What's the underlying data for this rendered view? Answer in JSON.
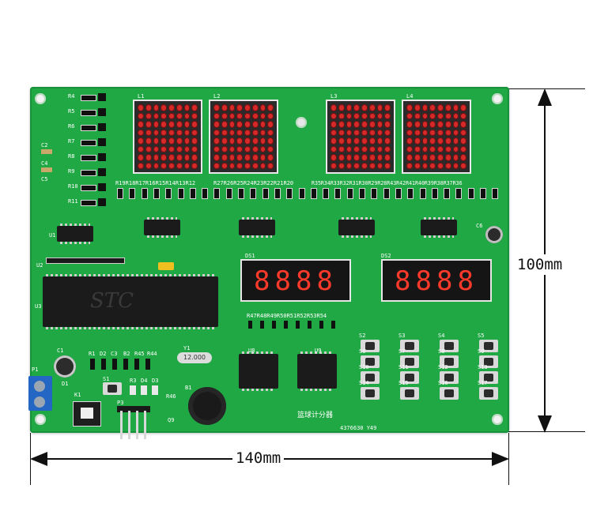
{
  "dimensions": {
    "height_label": "100mm",
    "width_label": "140mm"
  },
  "board": {
    "matrix_labels": [
      "L1",
      "L2",
      "L3",
      "L4"
    ],
    "display_labels": [
      "DS1",
      "DS2"
    ],
    "display_digits": [
      "8888",
      "8888"
    ],
    "title_silk": "篮球计分器",
    "code_silk": "4376630 Y49",
    "crystal_label": "12.000",
    "resistor_row_left": "R19R18R17R16R15R14R13R12",
    "resistor_row_mid": "R27R26R25R24R23R22R21R20",
    "resistor_row_right": "R35R34R33R32R31R30R29R28R43R42R41R40R39R38R37R36",
    "resistor_row_lower": "R47R48R49R50R51R52R53R54",
    "left_resistors": [
      "R4",
      "R5",
      "R6",
      "R7",
      "R8",
      "R9",
      "R10",
      "R11"
    ],
    "caps": [
      "C2",
      "C4",
      "C5"
    ],
    "chip_labels": [
      "U1",
      "U2",
      "U3",
      "U8",
      "U9"
    ],
    "misc_labels": [
      "C1",
      "P1",
      "D1",
      "K1",
      "P3",
      "Q9",
      "B1",
      "Y1",
      "C6",
      "R1",
      "D2",
      "C3",
      "B2",
      "R45",
      "R44",
      "S1",
      "R3",
      "D4",
      "D3",
      "R46"
    ],
    "switch_labels": [
      "S2",
      "S3",
      "S4",
      "S5",
      "S6",
      "S7",
      "S8",
      "S9",
      "S10",
      "S11",
      "S12",
      "S13",
      "S14",
      "S15",
      "S16",
      "S17"
    ],
    "chip_brand": "STC"
  }
}
